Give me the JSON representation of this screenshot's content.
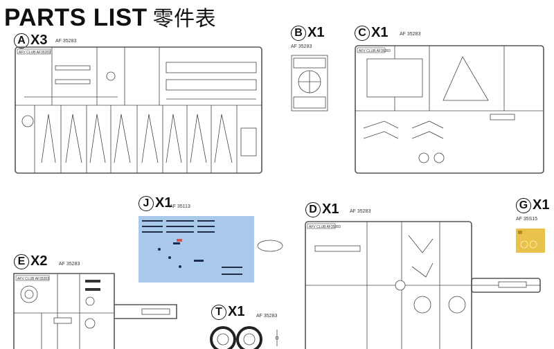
{
  "header": {
    "title": "PARTS  LIST",
    "title_cn": "零件表"
  },
  "sprues": [
    {
      "letter": "A",
      "qty": "X3",
      "code": "AF 35283",
      "tag": "AFV CLUB AF35283"
    },
    {
      "letter": "B",
      "qty": "X1",
      "code": "AF 35283"
    },
    {
      "letter": "C",
      "qty": "X1",
      "code": "AF 35283",
      "tag": "AFV CLUB AF35283"
    },
    {
      "letter": "J",
      "qty": "X1",
      "code": "AF 35113"
    },
    {
      "letter": "D",
      "qty": "X1",
      "code": "AF 35283",
      "tag": "AFV CLUB AF35283"
    },
    {
      "letter": "G",
      "qty": "X1",
      "code": "AF 35S15"
    },
    {
      "letter": "E",
      "qty": "X2",
      "code": "AF 35283",
      "tag": "AFV CLUB AF35283"
    },
    {
      "letter": "T",
      "qty": "X1",
      "code": "AF 35283"
    }
  ],
  "colors": {
    "decal_bg": "#a9c9ea",
    "photo_etch": "#e8c24a",
    "sprue": "#555555"
  }
}
